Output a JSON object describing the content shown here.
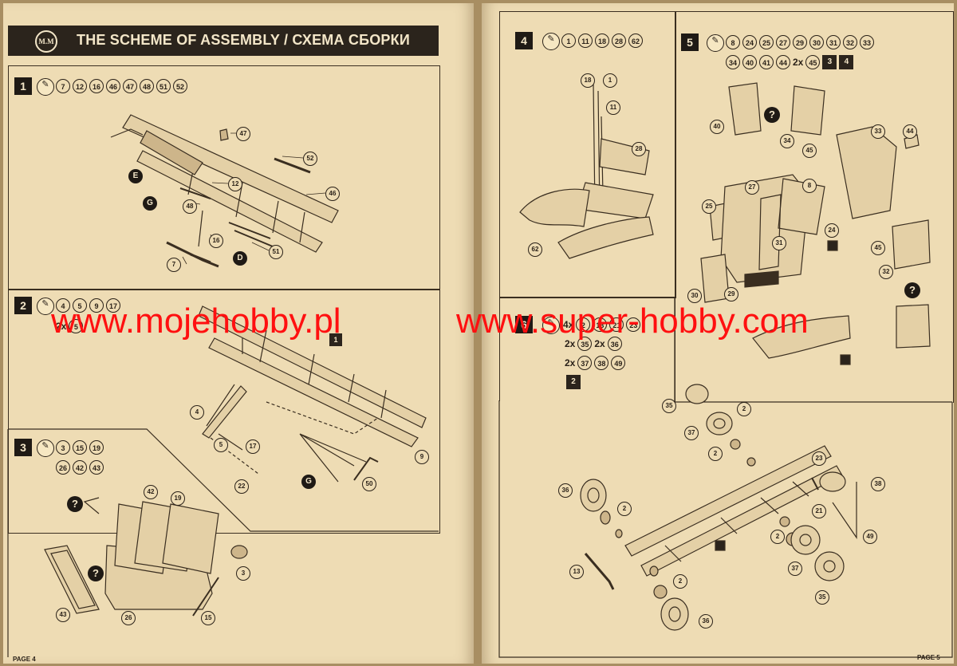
{
  "header": {
    "logo_text": "M.M",
    "title": "THE SCHEME OF ASSEMBLY / СХЕМА СБОРКИ"
  },
  "steps": {
    "s1": {
      "num": "1",
      "glue": "✎",
      "parts": [
        "7",
        "12",
        "16",
        "46",
        "47",
        "48",
        "51",
        "52"
      ]
    },
    "s2": {
      "num": "2",
      "glue": "✎",
      "parts_row1": [
        "4",
        "5",
        "9",
        "17"
      ],
      "parts_row2": [
        "2x",
        "5"
      ]
    },
    "s3": {
      "num": "3",
      "glue": "✎",
      "parts_row1": [
        "3",
        "15",
        "19"
      ],
      "parts_row2": [
        "26",
        "42",
        "43"
      ]
    },
    "s4": {
      "num": "4",
      "glue": "✎",
      "parts": [
        "1",
        "11",
        "18",
        "28",
        "62"
      ]
    },
    "s5": {
      "num": "5",
      "glue": "✎",
      "parts_row1": [
        "8",
        "24",
        "25",
        "27",
        "29",
        "30",
        "31",
        "32",
        "33"
      ],
      "parts_row2": [
        "34",
        "40",
        "41",
        "44"
      ],
      "mult": "2x",
      "mult_part": "45",
      "refs": [
        "3",
        "4"
      ]
    },
    "s6": {
      "num": "6",
      "glue": "✎",
      "line1_mult": "4x",
      "line1": [
        "2",
        "13",
        "21",
        "23"
      ],
      "line2": [
        "2x",
        "35",
        "2x",
        "36"
      ],
      "line3": [
        "2x",
        "37",
        "38",
        "49"
      ],
      "ref": "2"
    }
  },
  "callouts": {
    "s1": [
      "47",
      "52",
      "12",
      "46",
      "48",
      "16",
      "7",
      "51"
    ],
    "s1_letters": [
      "E",
      "G",
      "D"
    ],
    "s2": [
      "1",
      "4",
      "5",
      "17",
      "22",
      "9",
      "50"
    ],
    "s2_letters": [
      "G"
    ],
    "s3": [
      "42",
      "19",
      "3",
      "15",
      "26",
      "43"
    ],
    "s4": [
      "18",
      "1",
      "11",
      "28",
      "62"
    ],
    "s5": [
      "40",
      "34",
      "45",
      "33",
      "44",
      "25",
      "27",
      "8",
      "24",
      "31",
      "29",
      "30",
      "3",
      "45",
      "32",
      "4"
    ],
    "s6": [
      "35",
      "37",
      "2",
      "23",
      "38",
      "36",
      "2",
      "21",
      "2",
      "49",
      "13",
      "2",
      "2",
      "37",
      "35",
      "36"
    ]
  },
  "watermark": {
    "left": "www.mojehobby.pl",
    "right": "www.super-hobby.com"
  },
  "pages": {
    "left": "PAGE 4",
    "right": "PAGE 5"
  }
}
